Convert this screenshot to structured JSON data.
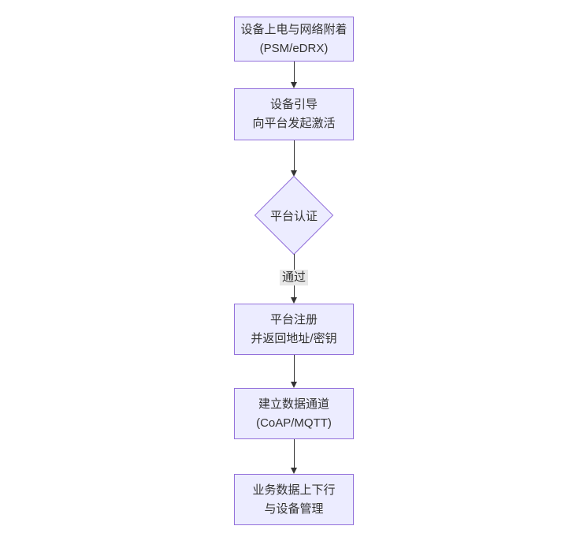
{
  "diagram": {
    "type": "flowchart-top-down",
    "colors": {
      "background": "#ffffff",
      "node_fill": "#ECECFF",
      "node_border": "#9370DB",
      "arrow": "#333333",
      "text": "#333333",
      "edge_label_bg": "#e8e8e8"
    },
    "nodes": [
      {
        "id": "power-network-attach",
        "shape": "rect",
        "lines": [
          "设备上电与网络附着",
          "(PSM/eDRX)"
        ]
      },
      {
        "id": "device-bootstrap",
        "shape": "rect",
        "lines": [
          "设备引导",
          "向平台发起激活"
        ]
      },
      {
        "id": "platform-auth",
        "shape": "diamond",
        "lines": [
          "平台认证"
        ]
      },
      {
        "id": "platform-register",
        "shape": "rect",
        "lines": [
          "平台注册",
          "并返回地址/密钥"
        ]
      },
      {
        "id": "data-channel",
        "shape": "rect",
        "lines": [
          "建立数据通道",
          "(CoAP/MQTT)"
        ]
      },
      {
        "id": "business-data",
        "shape": "rect",
        "lines": [
          "业务数据上下行",
          "与设备管理"
        ]
      }
    ],
    "edges": [
      {
        "from": "power-network-attach",
        "to": "device-bootstrap",
        "label": ""
      },
      {
        "from": "device-bootstrap",
        "to": "platform-auth",
        "label": ""
      },
      {
        "from": "platform-auth",
        "to": "platform-register",
        "label": "通过"
      },
      {
        "from": "platform-register",
        "to": "data-channel",
        "label": ""
      },
      {
        "from": "data-channel",
        "to": "business-data",
        "label": ""
      }
    ]
  }
}
